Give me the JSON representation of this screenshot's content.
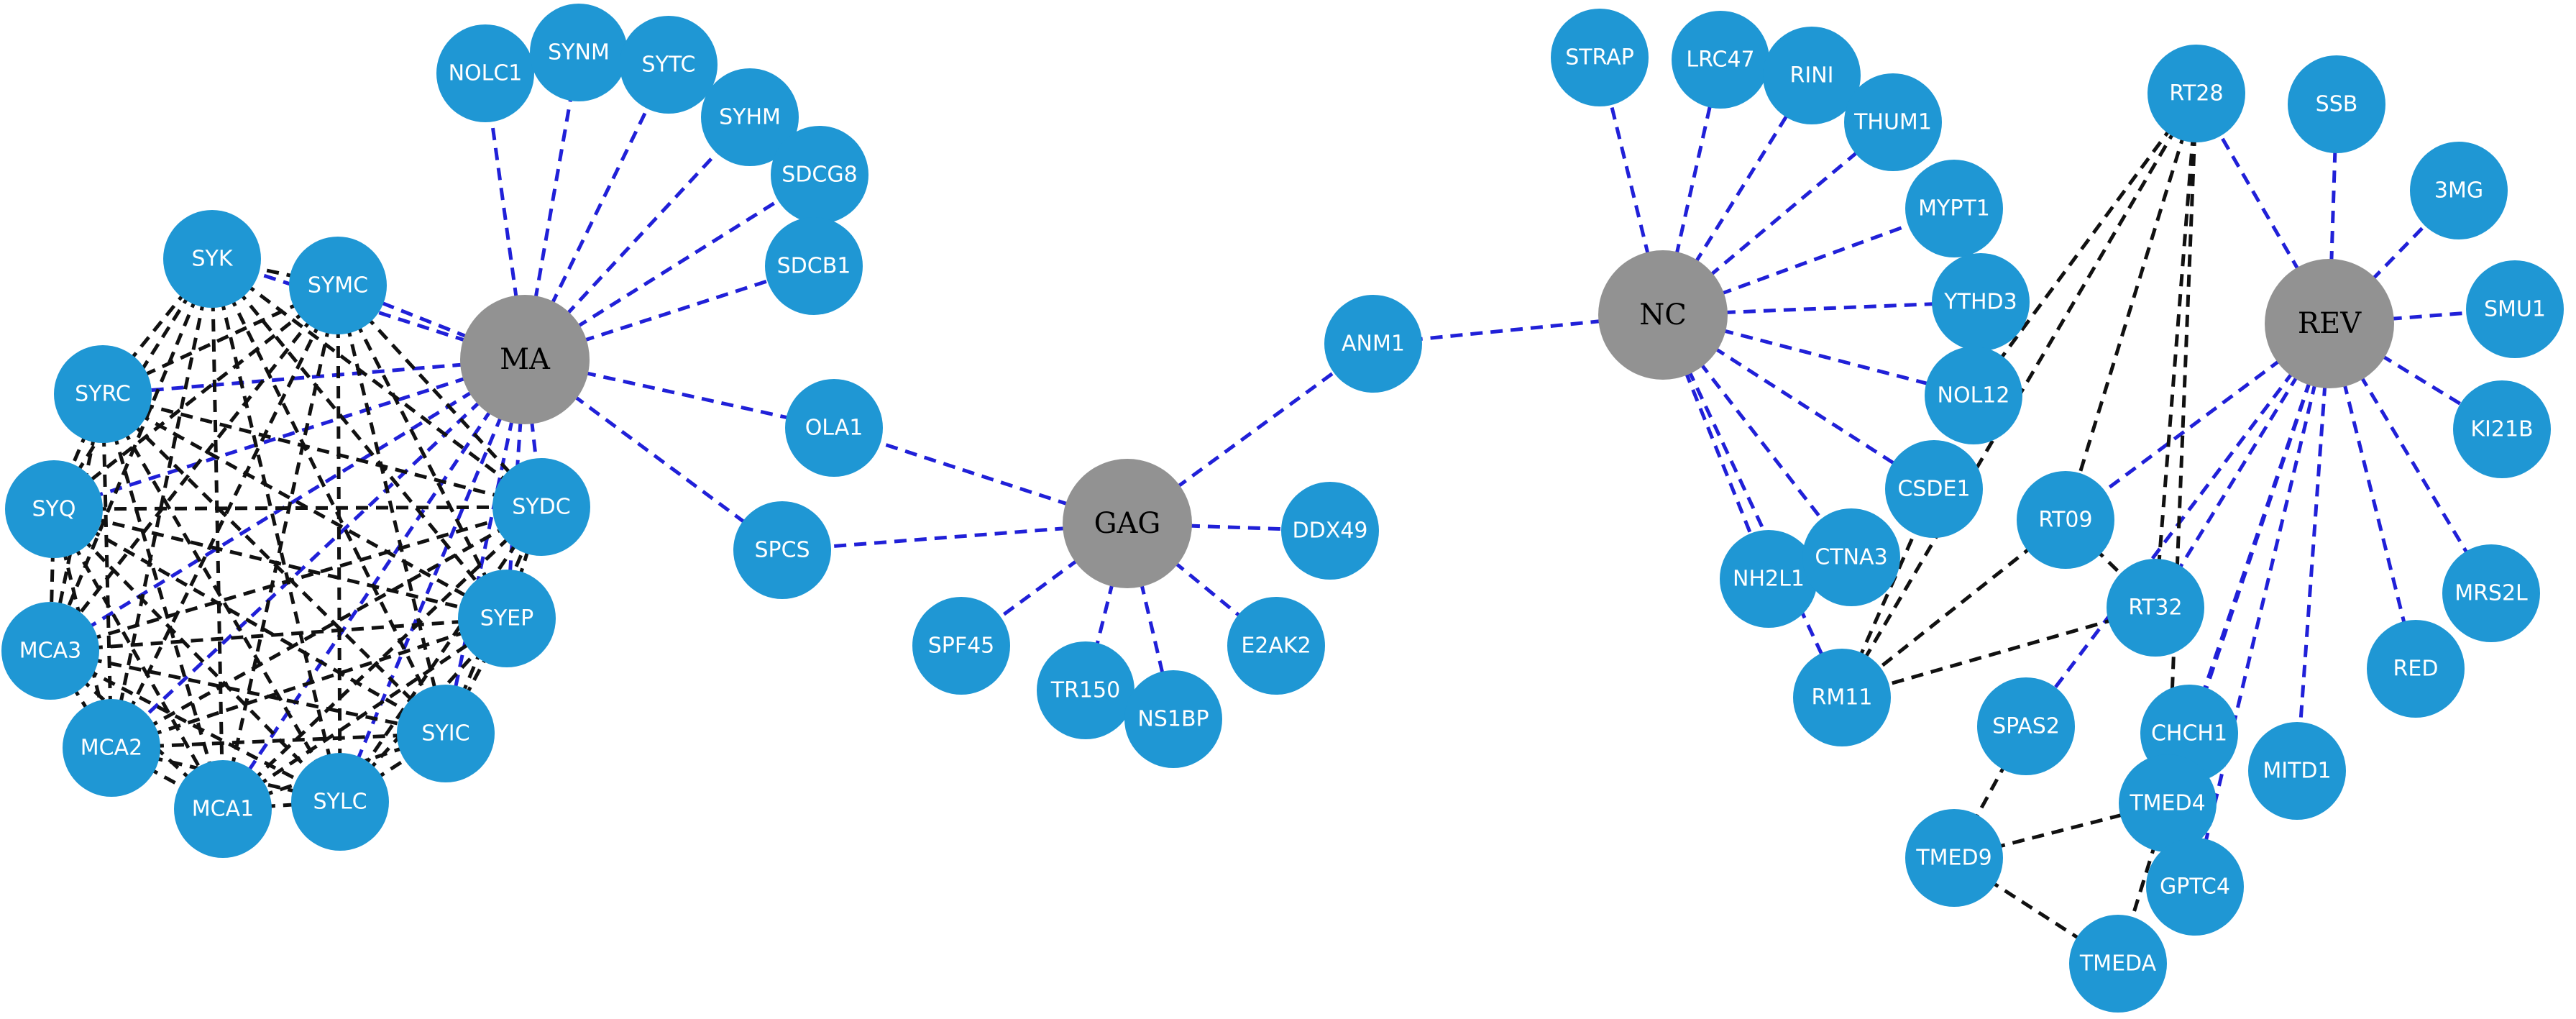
{
  "colors": {
    "host_node": "#1f97d4",
    "virus_node": "#929292",
    "virus_host_edge": "#2020d8",
    "host_host_edge": "#111111"
  },
  "virus_proteins": [
    "MA",
    "GAG",
    "NC",
    "REV"
  ],
  "host_proteins": [
    "NOLC1",
    "SYNM",
    "SYTC",
    "SYHM",
    "SDCG8",
    "SDCB1",
    "SYMC",
    "SYK",
    "SYRC",
    "SYQ",
    "MCA3",
    "MCA2",
    "MCA1",
    "SYLC",
    "SYIC",
    "SYEP",
    "SYDC",
    "OLA1",
    "SPCS",
    "ANM1",
    "DDX49",
    "SPF45",
    "TR150",
    "NS1BP",
    "E2AK2",
    "STRAP",
    "LRC47",
    "RINI",
    "THUM1",
    "MYPT1",
    "YTHD3",
    "NOL12",
    "CSDE1",
    "NH2L1",
    "CTNA3",
    "RM11",
    "RT28",
    "SSB",
    "3MG",
    "SMU1",
    "KI21B",
    "MRS2L",
    "RED",
    "MITD1",
    "RT09",
    "RT32",
    "SPAS2",
    "CHCH1",
    "TMED4",
    "TMED9",
    "GPTC4",
    "TMEDA"
  ]
}
